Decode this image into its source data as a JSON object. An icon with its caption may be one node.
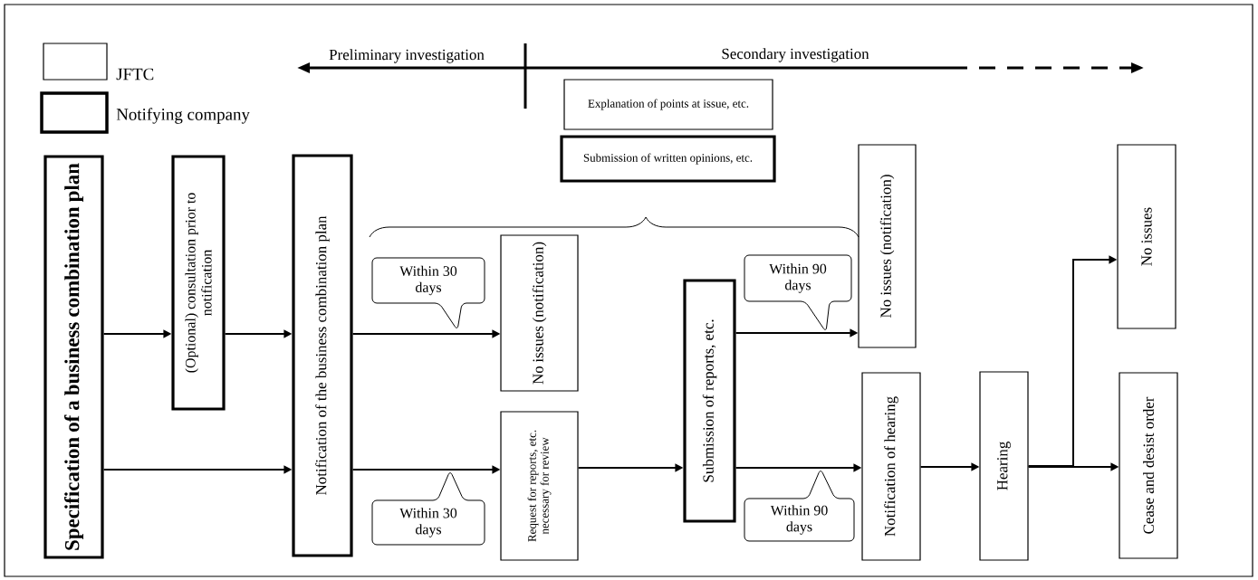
{
  "diagram": {
    "nodes": [
      {
        "text": [
          "Specification of a business combination plan"
        ]
      },
      {
        "text": [
          "(Optional) consultation prior to notification"
        ]
      },
      {
        "text": [
          "Notification of the business combination plan"
        ]
      },
      {
        "text": [
          "No issues (notification)"
        ]
      },
      {
        "text": [
          "Request for reports, etc. necessary for review"
        ]
      },
      {
        "text": [
          "Submission of reports, etc."
        ]
      },
      {
        "text": [
          "No issues (notification)"
        ]
      },
      {
        "text": [
          "Notification of hearing"
        ]
      },
      {
        "text": [
          "Hearing"
        ]
      },
      {
        "text": [
          "No issues"
        ]
      },
      {
        "text": [
          "Cease and desist order"
        ]
      },
      {
        "text": [
          "Explanation of points at issue, etc."
        ]
      },
      {
        "text": [
          "Submission of written opinions, etc."
        ]
      },
      {
        "text": [
          "Within 30 days"
        ]
      },
      {
        "text": [
          "Within 30 days"
        ]
      },
      {
        "text": [
          "Within 90 days"
        ]
      },
      {
        "text": [
          "Within 90 days"
        ]
      }
    ],
    "edges": [
      {
        "from": 0,
        "to": 1,
        "arrow": "to"
      },
      {
        "from": 1,
        "to": 2,
        "arrow": "to"
      },
      {
        "from": 0,
        "to": 2,
        "arrow": "to"
      },
      {
        "from": 2,
        "to": 3,
        "arrow": "to"
      },
      {
        "from": 2,
        "to": 4,
        "arrow": "to"
      },
      {
        "from": 4,
        "to": 5,
        "arrow": "to"
      },
      {
        "from": 5,
        "to": 6,
        "arrow": "to"
      },
      {
        "from": 5,
        "to": 7,
        "arrow": "to"
      },
      {
        "from": 7,
        "to": 8,
        "arrow": "to"
      },
      {
        "from": 8,
        "to": 9,
        "arrow": "to"
      },
      {
        "from": 8,
        "to": 10,
        "arrow": "to"
      }
    ],
    "labels": [
      "Preliminary investigation",
      "Secondary investigation"
    ],
    "legend": [
      {
        "text": "JFTC"
      },
      {
        "text": "Notifying company"
      }
    ]
  }
}
